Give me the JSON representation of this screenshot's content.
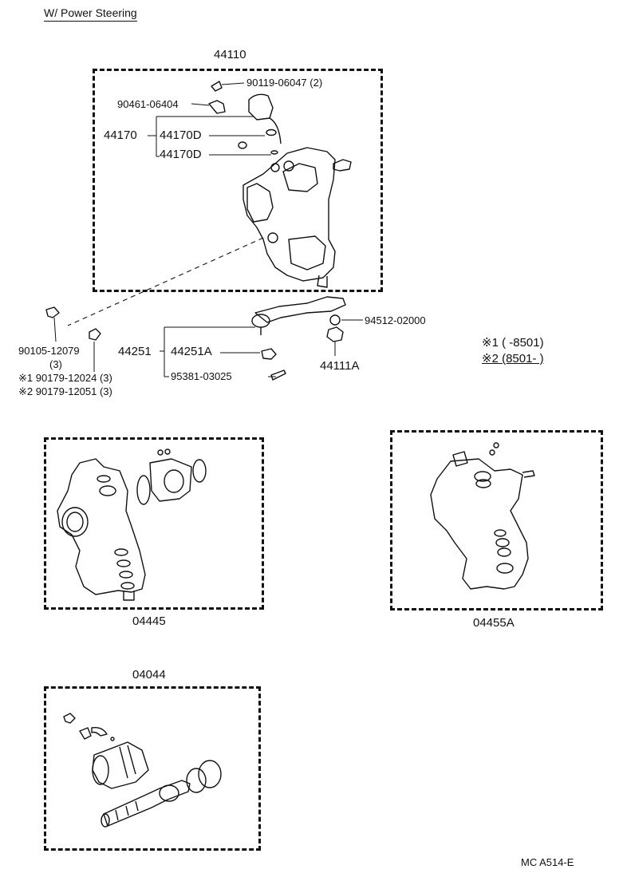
{
  "header": {
    "title": "W/ Power Steering"
  },
  "groups": {
    "g44110": "44110",
    "g04445": "04445",
    "g04455a": "04455A",
    "g04044": "04044"
  },
  "labels": {
    "p90119": "90119-06047 (2)",
    "p90461": "90461-06404",
    "p44170": "44170",
    "p44170d_1": "44170D",
    "p44170d_2": "44170D",
    "p94512": "94512-02000",
    "p90105": "90105-12079",
    "p90105_qty": "(3)",
    "p44251": "44251",
    "p44251a": "44251A",
    "p44111a": "44111A",
    "p95381": "95381-03025",
    "p90179_a": "※1 90179-12024 (3)",
    "p90179_b": "※2 90179-12051 (3)"
  },
  "legend": {
    "note1": "※1 (       -8501)",
    "note2": "※2 (8501-       )"
  },
  "footer": {
    "code": "MC  A514-E"
  }
}
